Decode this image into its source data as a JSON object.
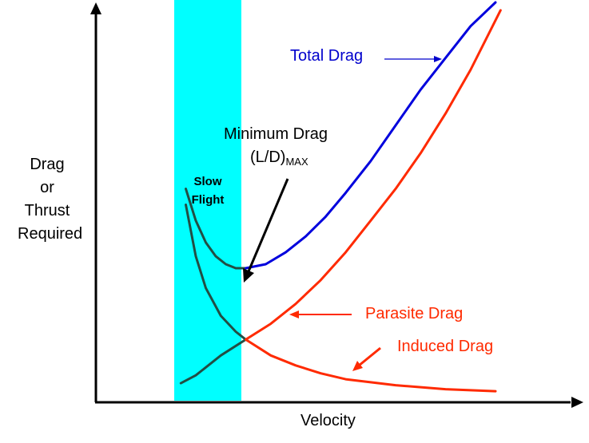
{
  "chart_data": {
    "type": "line",
    "title": "",
    "xlabel": "Velocity",
    "ylabel": "Drag or Thrust Required",
    "ylabel_lines": [
      "Drag",
      "or",
      "Thrust",
      "Required"
    ],
    "axis_ticks": "none",
    "xlim": [
      0,
      1
    ],
    "ylim": [
      0,
      1
    ],
    "shaded_region": {
      "label_lines": [
        "Slow",
        "Flight"
      ],
      "x_range": [
        0.18,
        0.3
      ],
      "color": "#00ffff"
    },
    "series": [
      {
        "name": "Total Drag",
        "color": "#0000dd",
        "x": [
          0.18,
          0.2,
          0.22,
          0.24,
          0.26,
          0.28,
          0.3,
          0.34,
          0.38,
          0.42,
          0.46,
          0.5,
          0.55,
          0.6,
          0.65,
          0.7,
          0.75,
          0.8
        ],
        "y": [
          0.53,
          0.45,
          0.395,
          0.36,
          0.34,
          0.33,
          0.33,
          0.34,
          0.37,
          0.41,
          0.46,
          0.52,
          0.6,
          0.69,
          0.78,
          0.86,
          0.94,
          1.0
        ]
      },
      {
        "name": "Parasite Drag",
        "color": "#ff2a00",
        "x": [
          0.17,
          0.2,
          0.25,
          0.3,
          0.35,
          0.4,
          0.45,
          0.5,
          0.55,
          0.6,
          0.65,
          0.7,
          0.75,
          0.81
        ],
        "y": [
          0.04,
          0.06,
          0.11,
          0.15,
          0.19,
          0.24,
          0.3,
          0.37,
          0.45,
          0.53,
          0.62,
          0.72,
          0.83,
          0.98
        ]
      },
      {
        "name": "Induced Drag",
        "color": "#ff2a00",
        "x": [
          0.18,
          0.2,
          0.22,
          0.25,
          0.28,
          0.3,
          0.35,
          0.4,
          0.45,
          0.5,
          0.6,
          0.7,
          0.8
        ],
        "y": [
          0.49,
          0.36,
          0.28,
          0.21,
          0.17,
          0.15,
          0.11,
          0.085,
          0.065,
          0.05,
          0.035,
          0.025,
          0.02
        ]
      }
    ],
    "annotations": [
      {
        "text": "Total Drag",
        "color": "#0000cc"
      },
      {
        "text": "Parasite Drag",
        "color": "#ff2a00"
      },
      {
        "text": "Induced Drag",
        "color": "#ff2a00"
      },
      {
        "text": "Minimum Drag",
        "color": "#000000"
      },
      {
        "text": "(L/D)",
        "sub": "MAX",
        "color": "#000000"
      }
    ],
    "low_speed_curve_color": "#224e44"
  }
}
